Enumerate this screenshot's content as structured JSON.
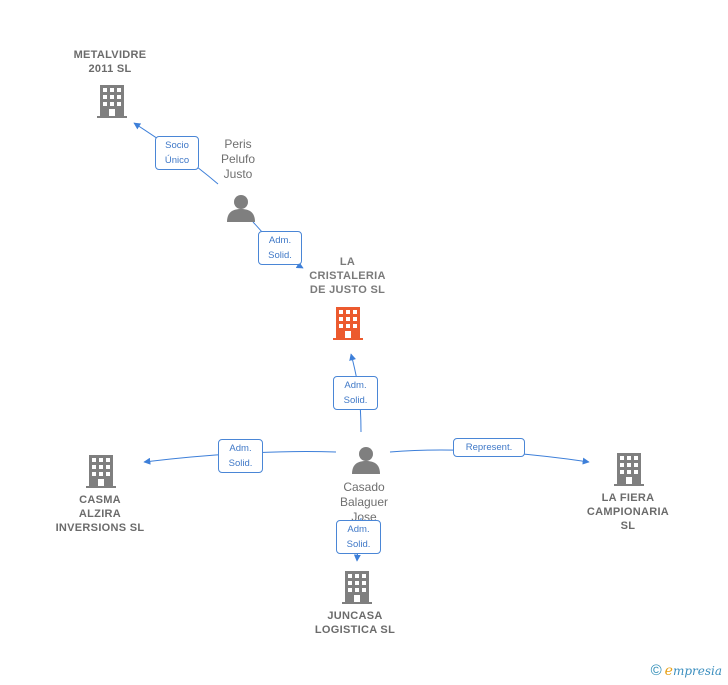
{
  "companies": {
    "metalvidre": {
      "line1": "METALVIDRE",
      "line2": "2011 SL"
    },
    "la_cristaleria": {
      "line1": "LA",
      "line2": "CRISTALERIA",
      "line3": "DE JUSTO  SL"
    },
    "casma": {
      "line1": "CASMA",
      "line2": "ALZIRA",
      "line3": "INVERSIONS SL"
    },
    "la_fiera": {
      "line1": "LA FIERA",
      "line2": "CAMPIONARIA",
      "line3": "SL"
    },
    "juncasa": {
      "line1": "JUNCASA",
      "line2": "LOGISTICA  SL"
    }
  },
  "persons": {
    "peris": {
      "line1": "Peris",
      "line2": "Pelufo",
      "line3": "Justo"
    },
    "casado": {
      "line1": "Casado",
      "line2": "Balaguer",
      "line3": "Jose"
    }
  },
  "relations": {
    "socio_unico": {
      "line1": "Socio",
      "line2": "Único"
    },
    "peris_adm": {
      "line1": "Adm.",
      "line2": "Solid."
    },
    "casado_cristaleria": {
      "line1": "Adm.",
      "line2": "Solid."
    },
    "casado_casma": {
      "line1": "Adm.",
      "line2": "Solid."
    },
    "casado_fiera": {
      "line1": "Represent."
    },
    "casado_juncasa": {
      "line1": "Adm.",
      "line2": "Solid."
    }
  },
  "colors": {
    "edge": "#3d7fd9",
    "building": "#7f7f7f",
    "building_main": "#ec5a2e",
    "person": "#7f7f7f"
  },
  "footer": {
    "copyright": "©",
    "brand_initial": "e",
    "brand_rest": "mpresia"
  }
}
